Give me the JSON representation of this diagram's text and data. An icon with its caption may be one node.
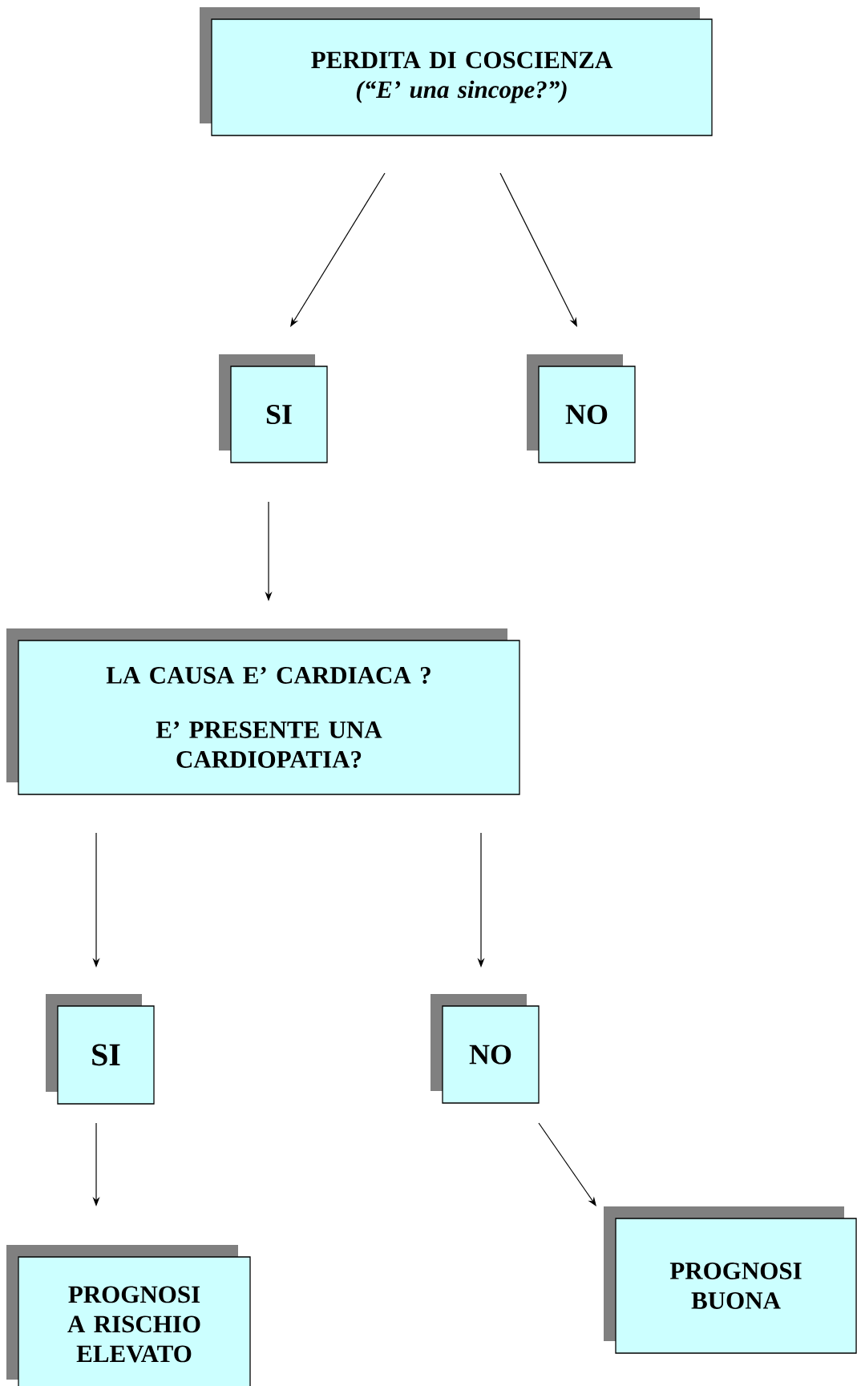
{
  "diagram": {
    "nodes": [
      {
        "text": [
          "PERDITA DI COSCIENZA",
          "(“E’ una sincope?”)"
        ]
      },
      {
        "text": [
          "SI"
        ]
      },
      {
        "text": [
          "NO"
        ]
      },
      {
        "text": [
          "LA CAUSA E’ CARDIACA ?",
          "E’ PRESENTE UNA CARDIOPATIA?"
        ]
      },
      {
        "text": [
          "SI"
        ]
      },
      {
        "text": [
          "NO"
        ]
      },
      {
        "text": [
          "PROGNOSI A RISCHIO ELEVATO"
        ]
      },
      {
        "text": [
          "PROGNOSI BUONA"
        ]
      }
    ],
    "edges": [
      {
        "from": 0,
        "to": 1,
        "arrow": "to"
      },
      {
        "from": 0,
        "to": 2,
        "arrow": "to"
      },
      {
        "from": 1,
        "to": 3,
        "arrow": "to"
      },
      {
        "from": 3,
        "to": 4,
        "arrow": "to"
      },
      {
        "from": 3,
        "to": 5,
        "arrow": "to"
      },
      {
        "from": 4,
        "to": 6,
        "arrow": "to"
      },
      {
        "from": 5,
        "to": 7,
        "arrow": "to"
      }
    ]
  }
}
